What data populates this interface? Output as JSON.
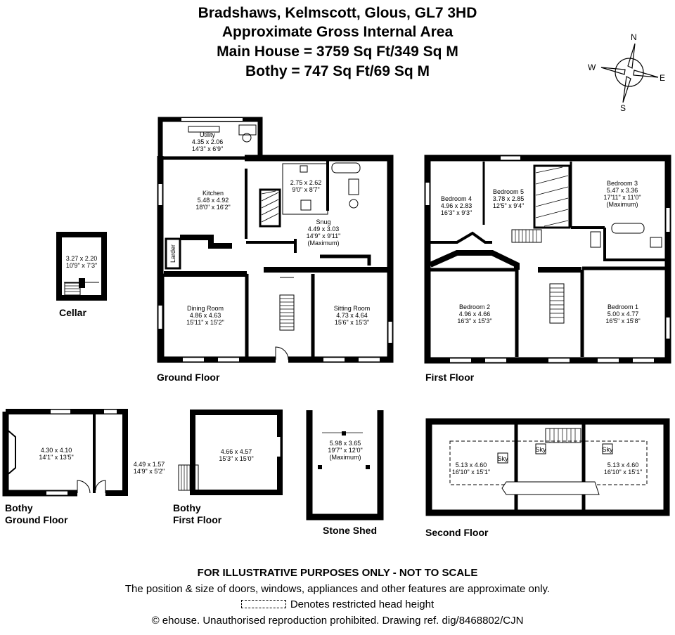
{
  "header": {
    "line1": "Bradshaws, Kelmscott, Glous, GL7 3HD",
    "line2": "Approximate Gross Internal Area",
    "line3": "Main House = 3759 Sq Ft/349 Sq M",
    "line4": "Bothy = 747 Sq Ft/69 Sq M"
  },
  "compass": {
    "n": "N",
    "s": "S",
    "e": "E",
    "w": "W"
  },
  "floors": {
    "cellar": "Cellar",
    "ground": "Ground Floor",
    "first": "First Floor",
    "bothy_ground_1": "Bothy",
    "bothy_ground_2": "Ground Floor",
    "bothy_first_1": "Bothy",
    "bothy_first_2": "First Floor",
    "stone_shed": "Stone Shed",
    "second": "Second Floor"
  },
  "rooms": {
    "utility": {
      "name": "Utility",
      "m": "4.35 x 2.06",
      "ft": "14'3\" x 6'9\""
    },
    "kitchen": {
      "name": "Kitchen",
      "m": "5.48 x 4.92",
      "ft": "18'0\" x 16'2\""
    },
    "pantry": {
      "m": "2.75 x 2.62",
      "ft": "9'0\" x 8'7\""
    },
    "snug": {
      "name": "Snug",
      "m": "4.49 x 3.03",
      "ft": "14'9\" x 9'11\"",
      "note": "(Maximum)"
    },
    "larder": {
      "name": "Larder"
    },
    "dining": {
      "name": "Dining Room",
      "m": "4.86 x 4.63",
      "ft": "15'11\" x 15'2\""
    },
    "sitting": {
      "name": "Sitting Room",
      "m": "4.73 x 4.64",
      "ft": "15'6\" x 15'3\""
    },
    "cellar": {
      "m": "3.27 x 2.20",
      "ft": "10'9\" x 7'3\""
    },
    "bed4": {
      "name": "Bedroom 4",
      "m": "4.96 x 2.83",
      "ft": "16'3\" x 9'3\""
    },
    "bed5": {
      "name": "Bedroom 5",
      "m": "3.78 x 2.85",
      "ft": "12'5\" x 9'4\""
    },
    "bed3": {
      "name": "Bedroom 3",
      "m": "5.47 x 3.36",
      "ft": "17'11\" x 11'0\"",
      "note": "(Maximum)"
    },
    "bed2": {
      "name": "Bedroom 2",
      "m": "4.96 x 4.66",
      "ft": "16'3\" x 15'3\""
    },
    "bed1": {
      "name": "Bedroom 1",
      "m": "5.00 x 4.77",
      "ft": "16'5\" x 15'8\""
    },
    "bothy_g1": {
      "m": "4.30 x 4.10",
      "ft": "14'1\" x 13'5\""
    },
    "bothy_g2": {
      "m": "4.49 x 1.57",
      "ft": "14'9\" x 5'2\""
    },
    "bothy_f1": {
      "m": "4.66 x 4.57",
      "ft": "15'3\" x 15'0\""
    },
    "shed": {
      "m": "5.98 x 3.65",
      "ft": "19'7\" x 12'0\"",
      "note": "(Maximum)"
    },
    "second_l": {
      "m": "5.13 x 4.60",
      "ft": "16'10\" x 15'1\""
    },
    "second_r": {
      "m": "5.13 x 4.60",
      "ft": "16'10\" x 15'1\""
    },
    "sky": "Sky"
  },
  "footer": {
    "line1": "FOR ILLUSTRATIVE PURPOSES ONLY - NOT TO SCALE",
    "line2": "The position & size of doors, windows, appliances and other features are approximate only.",
    "line3": "Denotes restricted head height",
    "line4": "© ehouse. Unauthorised reproduction prohibited. Drawing ref. dig/8468802/CJN"
  }
}
